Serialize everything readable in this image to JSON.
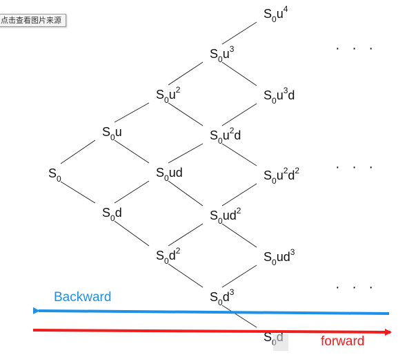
{
  "tooltip": {
    "text": "点击查看图片来源"
  },
  "colors": {
    "backward": "#1e90e8",
    "forward": "#f01d1d",
    "edge": "#222222",
    "text": "#111111"
  },
  "tree": {
    "nodes": [
      {
        "id": "s0",
        "base": "S",
        "sub": "0",
        "parts": []
      },
      {
        "id": "s0u",
        "base": "S",
        "sub": "0",
        "parts": [
          [
            "u",
            ""
          ]
        ]
      },
      {
        "id": "s0d",
        "base": "S",
        "sub": "0",
        "parts": [
          [
            "d",
            ""
          ]
        ]
      },
      {
        "id": "s0u2",
        "base": "S",
        "sub": "0",
        "parts": [
          [
            "u",
            "2"
          ]
        ]
      },
      {
        "id": "s0ud",
        "base": "S",
        "sub": "0",
        "parts": [
          [
            "ud",
            ""
          ]
        ]
      },
      {
        "id": "s0d2",
        "base": "S",
        "sub": "0",
        "parts": [
          [
            "d",
            "2"
          ]
        ]
      },
      {
        "id": "s0u3",
        "base": "S",
        "sub": "0",
        "parts": [
          [
            "u",
            "3"
          ]
        ]
      },
      {
        "id": "s0u2d",
        "base": "S",
        "sub": "0",
        "parts": [
          [
            "u",
            "2"
          ],
          [
            "d",
            ""
          ]
        ]
      },
      {
        "id": "s0ud2",
        "base": "S",
        "sub": "0",
        "parts": [
          [
            "ud",
            "2"
          ]
        ]
      },
      {
        "id": "s0d3",
        "base": "S",
        "sub": "0",
        "parts": [
          [
            "d",
            "3"
          ]
        ]
      },
      {
        "id": "s0u4",
        "base": "S",
        "sub": "0",
        "parts": [
          [
            "u",
            "4"
          ]
        ]
      },
      {
        "id": "s0u3d",
        "base": "S",
        "sub": "0",
        "parts": [
          [
            "u",
            "3"
          ],
          [
            "d",
            ""
          ]
        ]
      },
      {
        "id": "s0u2d2",
        "base": "S",
        "sub": "0",
        "parts": [
          [
            "u",
            "2"
          ],
          [
            "d",
            "2"
          ]
        ]
      },
      {
        "id": "s0ud3",
        "base": "S",
        "sub": "0",
        "parts": [
          [
            "ud",
            "3"
          ]
        ]
      },
      {
        "id": "s0d4",
        "base": "S",
        "sub": "0",
        "parts": [
          [
            "d",
            ""
          ]
        ]
      }
    ],
    "edges": [
      [
        "s0",
        "s0u"
      ],
      [
        "s0",
        "s0d"
      ],
      [
        "s0u",
        "s0u2"
      ],
      [
        "s0u",
        "s0ud"
      ],
      [
        "s0d",
        "s0ud"
      ],
      [
        "s0d",
        "s0d2"
      ],
      [
        "s0u2",
        "s0u3"
      ],
      [
        "s0u2",
        "s0u2d"
      ],
      [
        "s0ud",
        "s0u2d"
      ],
      [
        "s0ud",
        "s0ud2"
      ],
      [
        "s0d2",
        "s0ud2"
      ],
      [
        "s0d2",
        "s0d3"
      ],
      [
        "s0u3",
        "s0u4"
      ],
      [
        "s0u3",
        "s0u3d"
      ],
      [
        "s0u2d",
        "s0u3d"
      ],
      [
        "s0u2d",
        "s0u2d2"
      ],
      [
        "s0ud2",
        "s0u2d2"
      ],
      [
        "s0ud2",
        "s0ud3"
      ],
      [
        "s0d3",
        "s0ud3"
      ],
      [
        "s0d3",
        "s0d4"
      ]
    ],
    "ellipses": [
      "· · ·",
      "· · ·",
      "· · ·"
    ]
  },
  "arrows": {
    "backward_label": "Backward",
    "forward_label": "forward"
  }
}
